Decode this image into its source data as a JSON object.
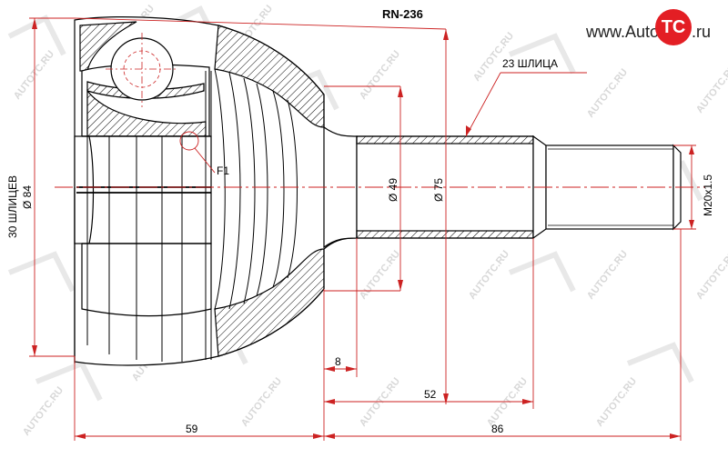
{
  "part_number": "RN-236",
  "brand": {
    "prefix": "www.Auto",
    "logo": "TC",
    "suffix": ".ru",
    "accent": "#e31e24"
  },
  "watermark": "AUTOTC.RU",
  "annotations": {
    "outer_splines_count": "30 ШЛИЦЕВ",
    "outer_diameter": "Ø 84",
    "inner_splines": "23 ШЛИЦА",
    "f1": "F1",
    "shaft_diameter": "Ø 49",
    "hub_diameter": "Ø 75",
    "thread": "M20x1.5"
  },
  "dimensions": {
    "d8": "8",
    "d52": "52",
    "d59": "59",
    "d86": "86"
  }
}
